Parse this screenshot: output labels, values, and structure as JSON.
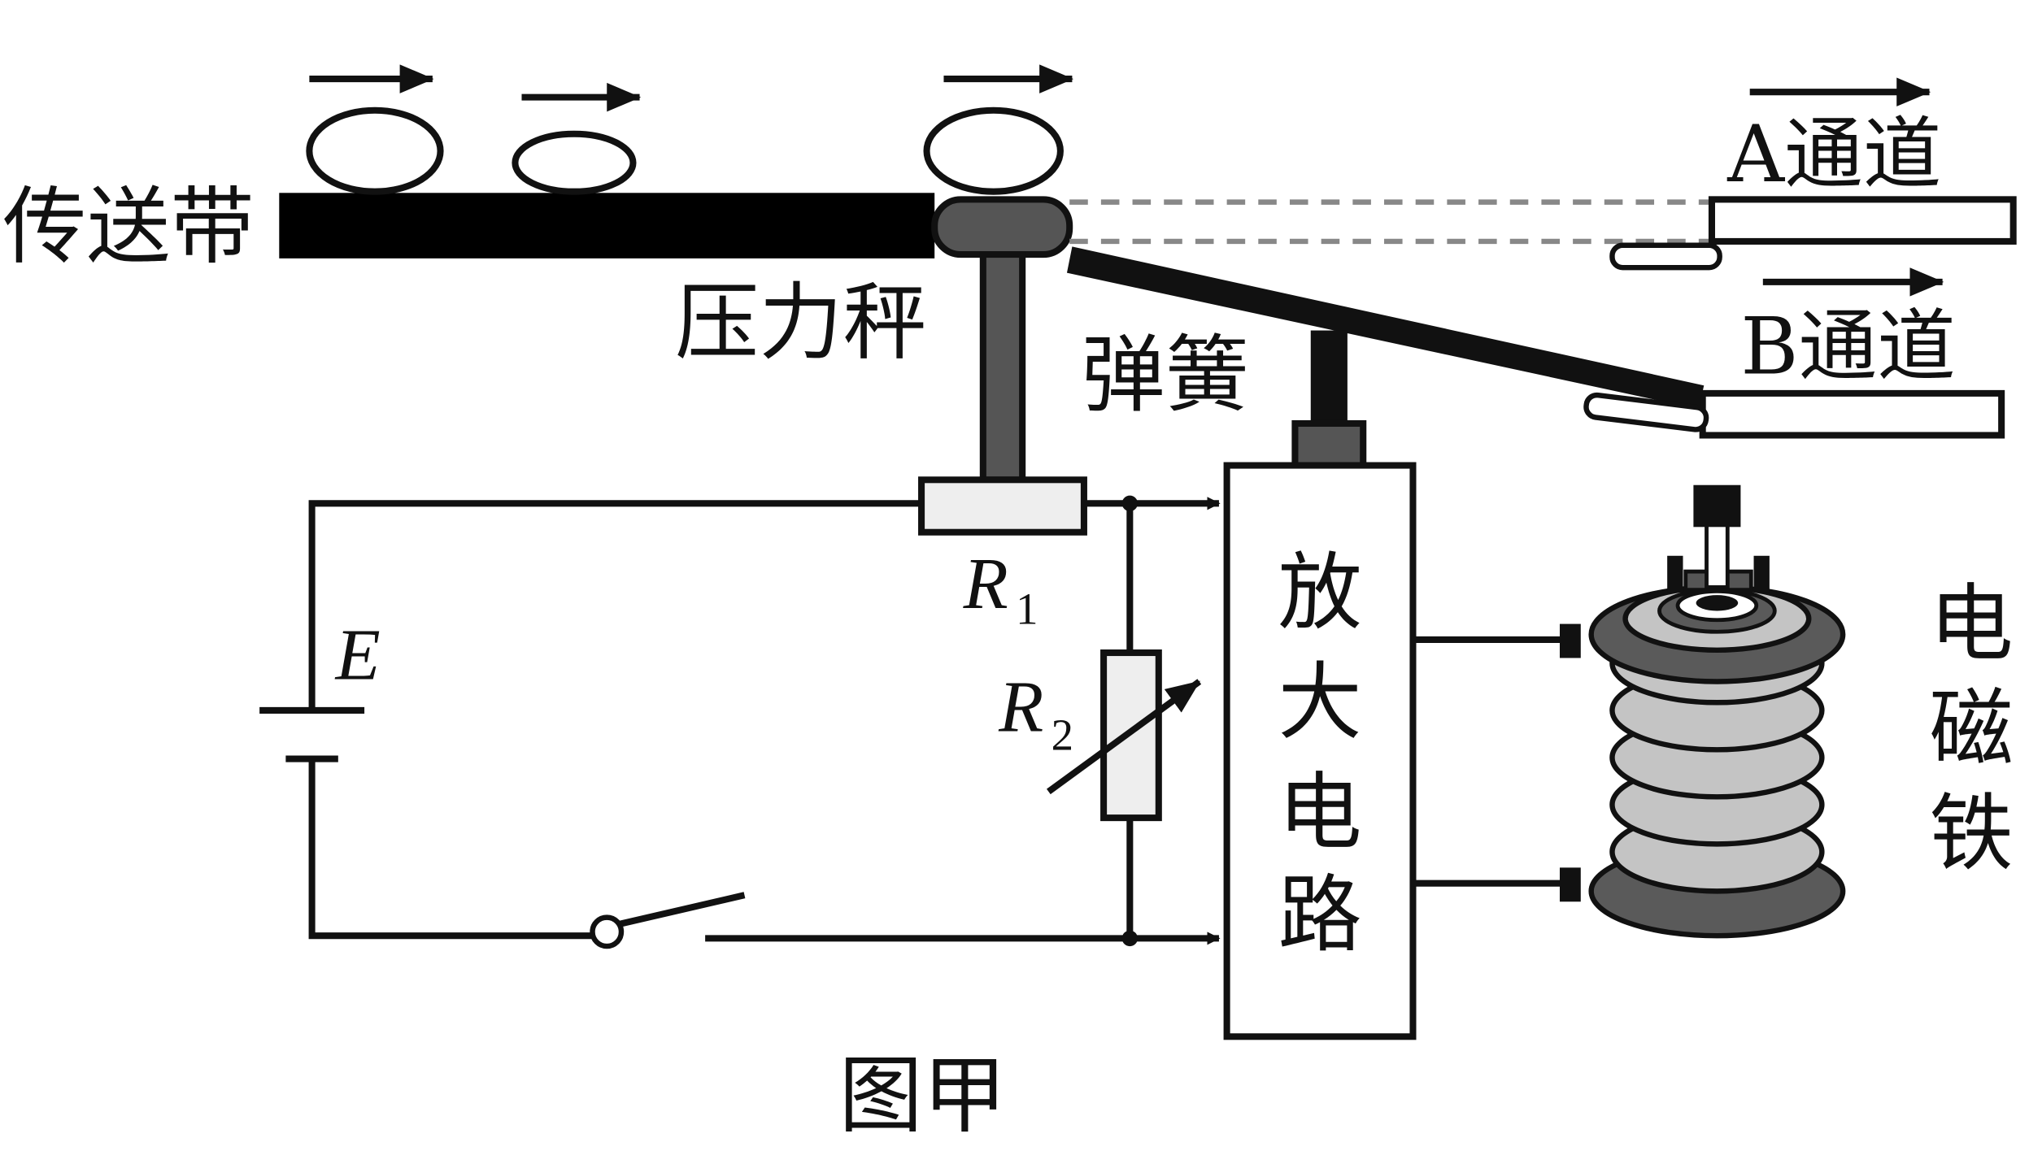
{
  "labels": {
    "conveyor": "传送带",
    "scale": "压力秤",
    "spring": "弹簧",
    "channel_a": "A通道",
    "channel_b": "B通道",
    "amplifier": [
      "放",
      "大",
      "电",
      "路"
    ],
    "electromagnet": [
      "电",
      "磁",
      "铁"
    ],
    "battery": "E",
    "r1_main": "R",
    "r1_sub": "1",
    "r2_main": "R",
    "r2_sub": "2",
    "caption": "图甲"
  },
  "colors": {
    "ink": "#111111",
    "conveyor_belt": "#000000",
    "scale_post": "#555555",
    "resistor_fill": "#eeeeee",
    "coil_light": "#c4c4c4",
    "coil_dark": "#5a5a5a",
    "dashed_guide": "#888888"
  },
  "icons": [
    "motion-arrow-icon",
    "switch-icon",
    "variable-resistor-arrow-icon",
    "electromagnet-coil-icon"
  ]
}
